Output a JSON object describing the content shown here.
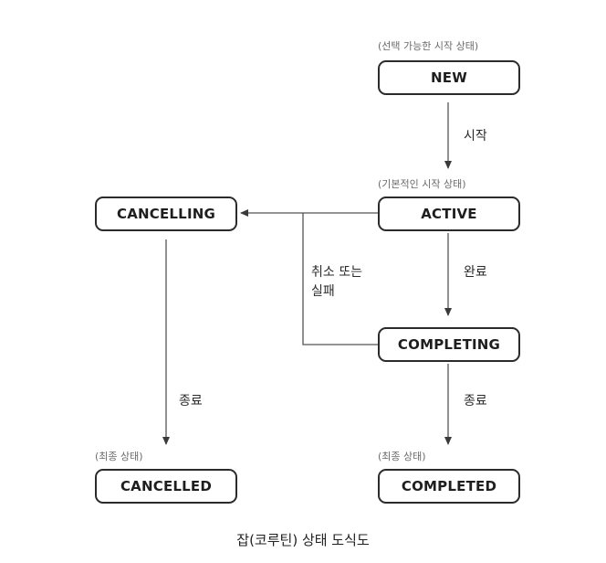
{
  "diagram": {
    "caption": "잡(코루틴) 상태 도식도",
    "states": {
      "new": {
        "label": "NEW",
        "note": "(선택 가능한 시작 상태)"
      },
      "active": {
        "label": "ACTIVE",
        "note": "(기본적인 시작 상태)"
      },
      "cancelling": {
        "label": "CANCELLING"
      },
      "completing": {
        "label": "COMPLETING"
      },
      "cancelled": {
        "label": "CANCELLED",
        "note": "(최종 상태)"
      },
      "completed": {
        "label": "COMPLETED",
        "note": "(최종 상태)"
      }
    },
    "transitions": {
      "start": "시작",
      "complete": "완료",
      "cancel_line1": "취소 또는",
      "cancel_line2": "실패",
      "end_left": "종료",
      "end_right": "종료"
    },
    "colors": {
      "line": "#2b2b2b",
      "arrow": "#555555",
      "note": "#6b6b6b"
    }
  }
}
